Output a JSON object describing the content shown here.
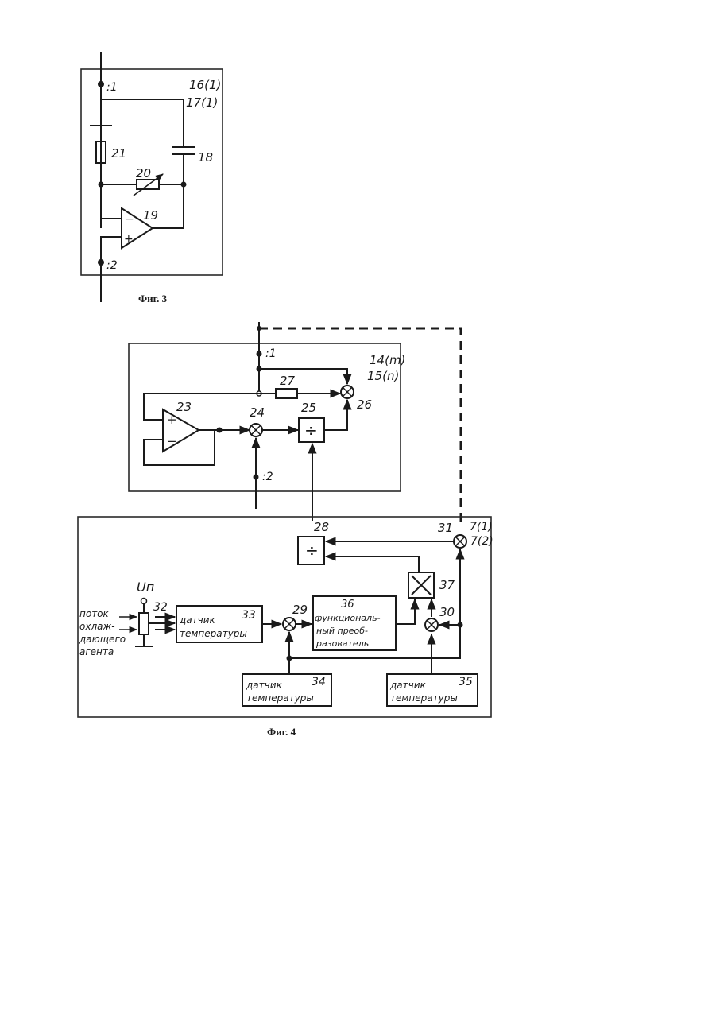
{
  "fig3": {
    "caption": "Фиг. 3",
    "labels": {
      "t1": ":1",
      "t2": ":2",
      "n16": "16(1)",
      "n17": "17(1)",
      "n18": "18",
      "n19": "19",
      "n20": "20",
      "n21": "21"
    }
  },
  "fig4": {
    "caption": "Фиг. 4",
    "top_block": {
      "t1": ":1",
      "t2": ":2",
      "n14": "14(m)",
      "n15": "15(n)",
      "n23": "23",
      "n24": "24",
      "n25": "25",
      "n26": "26",
      "n27": "27"
    },
    "bottom_block": {
      "n7a": "7(1)",
      "n7b": "7(2)",
      "n28": "28",
      "n29": "29",
      "n30": "30",
      "n31": "31",
      "n32": "32",
      "n37": "37",
      "un": "Uп",
      "input_text": [
        "поток",
        "охлаж-",
        "дающего",
        "агента"
      ],
      "sensor33": {
        "num": "33",
        "line1": "датчик",
        "line2": "температуры"
      },
      "sensor34": {
        "num": "34",
        "line1": "датчик",
        "line2": "температуры"
      },
      "sensor35": {
        "num": "35",
        "line1": "датчик",
        "line2": "температуры"
      },
      "converter36": {
        "num": "36",
        "line1": "функциональ-",
        "line2": "ный преоб-",
        "line3": "разователь"
      }
    }
  }
}
